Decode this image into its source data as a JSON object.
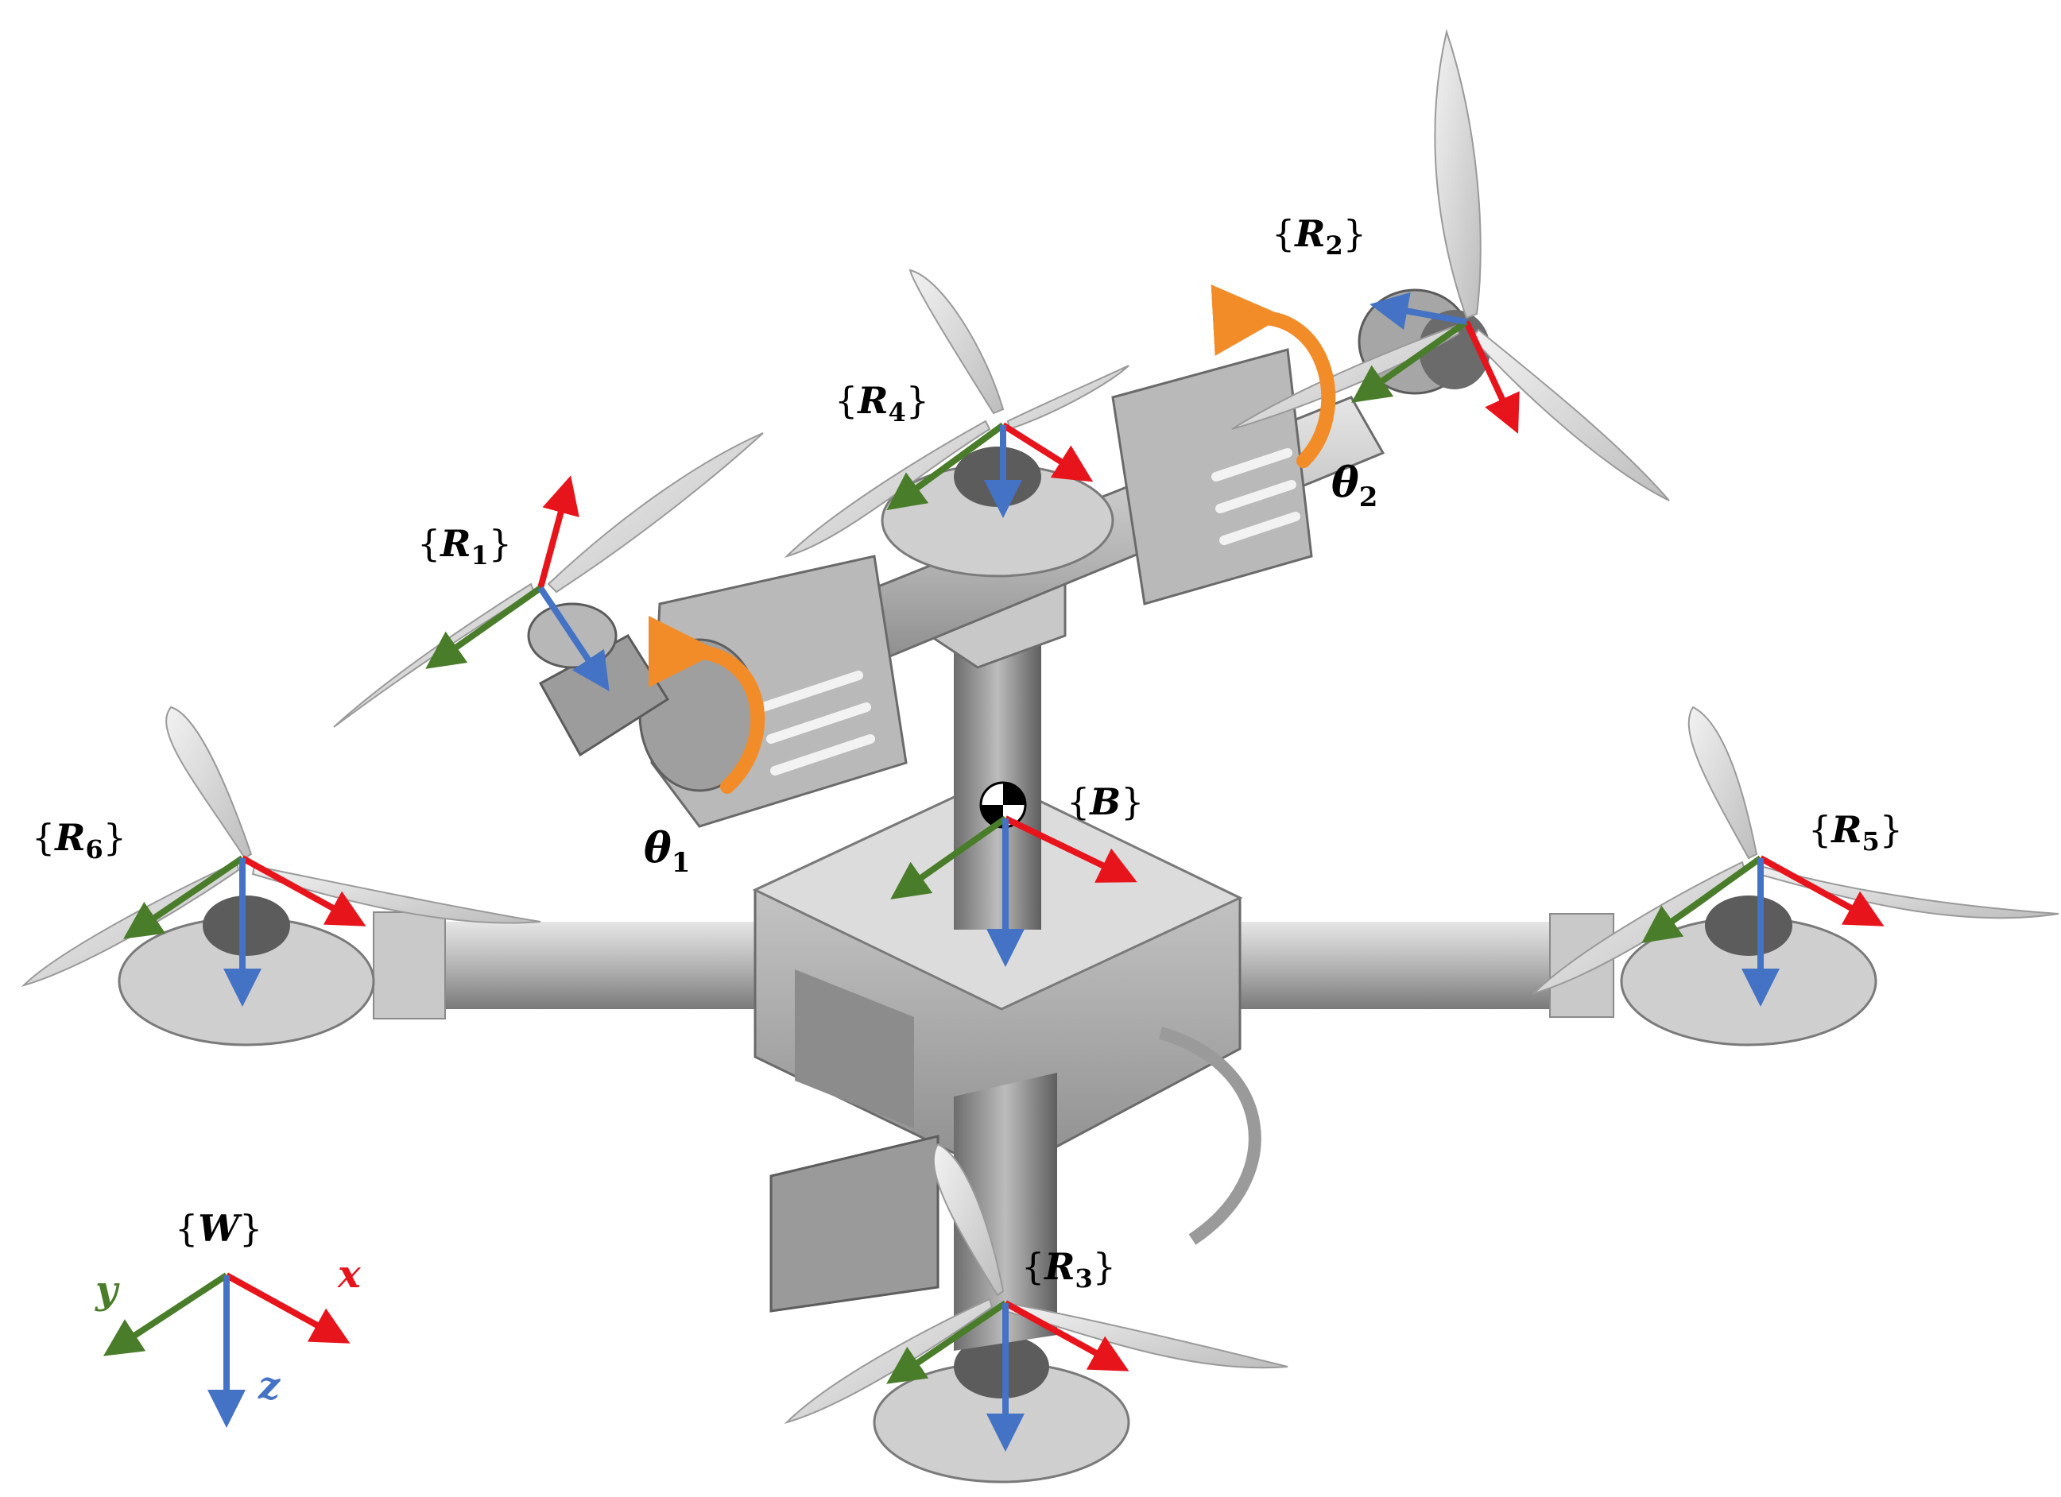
{
  "frames": {
    "W": {
      "open": "{",
      "sym": "W",
      "sub": "",
      "close": "}"
    },
    "B": {
      "open": "{",
      "sym": "B",
      "sub": "",
      "close": "}"
    },
    "R1": {
      "open": "{",
      "sym": "R",
      "sub": "1",
      "close": "}"
    },
    "R2": {
      "open": "{",
      "sym": "R",
      "sub": "2",
      "close": "}"
    },
    "R3": {
      "open": "{",
      "sym": "R",
      "sub": "3",
      "close": "}"
    },
    "R4": {
      "open": "{",
      "sym": "R",
      "sub": "4",
      "close": "}"
    },
    "R5": {
      "open": "{",
      "sym": "R",
      "sub": "5",
      "close": "}"
    },
    "R6": {
      "open": "{",
      "sym": "R",
      "sub": "6",
      "close": "}"
    }
  },
  "angles": {
    "theta1": {
      "sym": "θ",
      "sub": "1"
    },
    "theta2": {
      "sym": "θ",
      "sub": "2"
    }
  },
  "world_axes": {
    "x": "x",
    "y": "y",
    "z": "z"
  },
  "colors": {
    "x_axis": "#e8141c",
    "y_axis": "#4a7d2a",
    "z_axis": "#4472c4",
    "rotation_arrow": "#f28c28",
    "body": "#a9a9a9",
    "propeller": "#d9d9d9"
  }
}
